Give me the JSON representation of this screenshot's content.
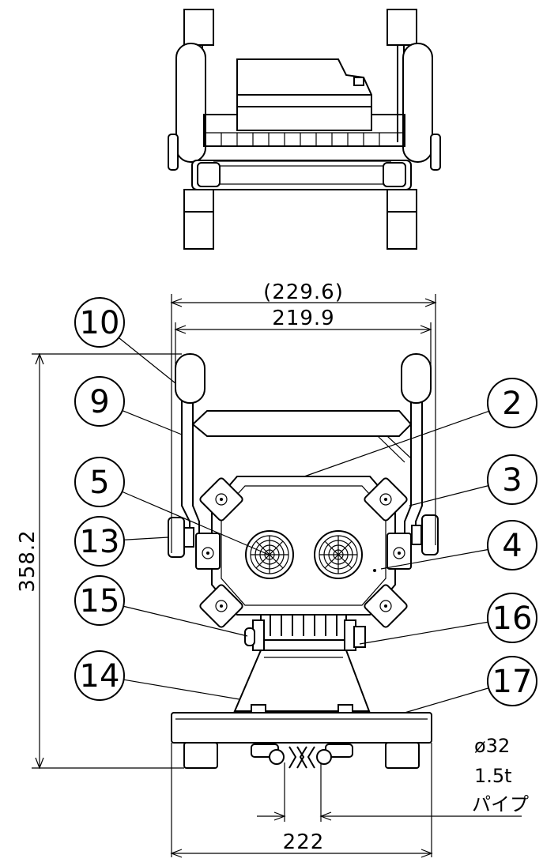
{
  "dimensions": {
    "overall_width_ref": "(229.6)",
    "handle_width": "219.9",
    "height": "358.2",
    "base_width": "222"
  },
  "pipe_note": {
    "diameter": "ø32",
    "thickness": "1.5t",
    "material": "パイプ"
  },
  "balloons": [
    "10",
    "9",
    "5",
    "13",
    "15",
    "14",
    "2",
    "3",
    "4",
    "16",
    "17"
  ]
}
